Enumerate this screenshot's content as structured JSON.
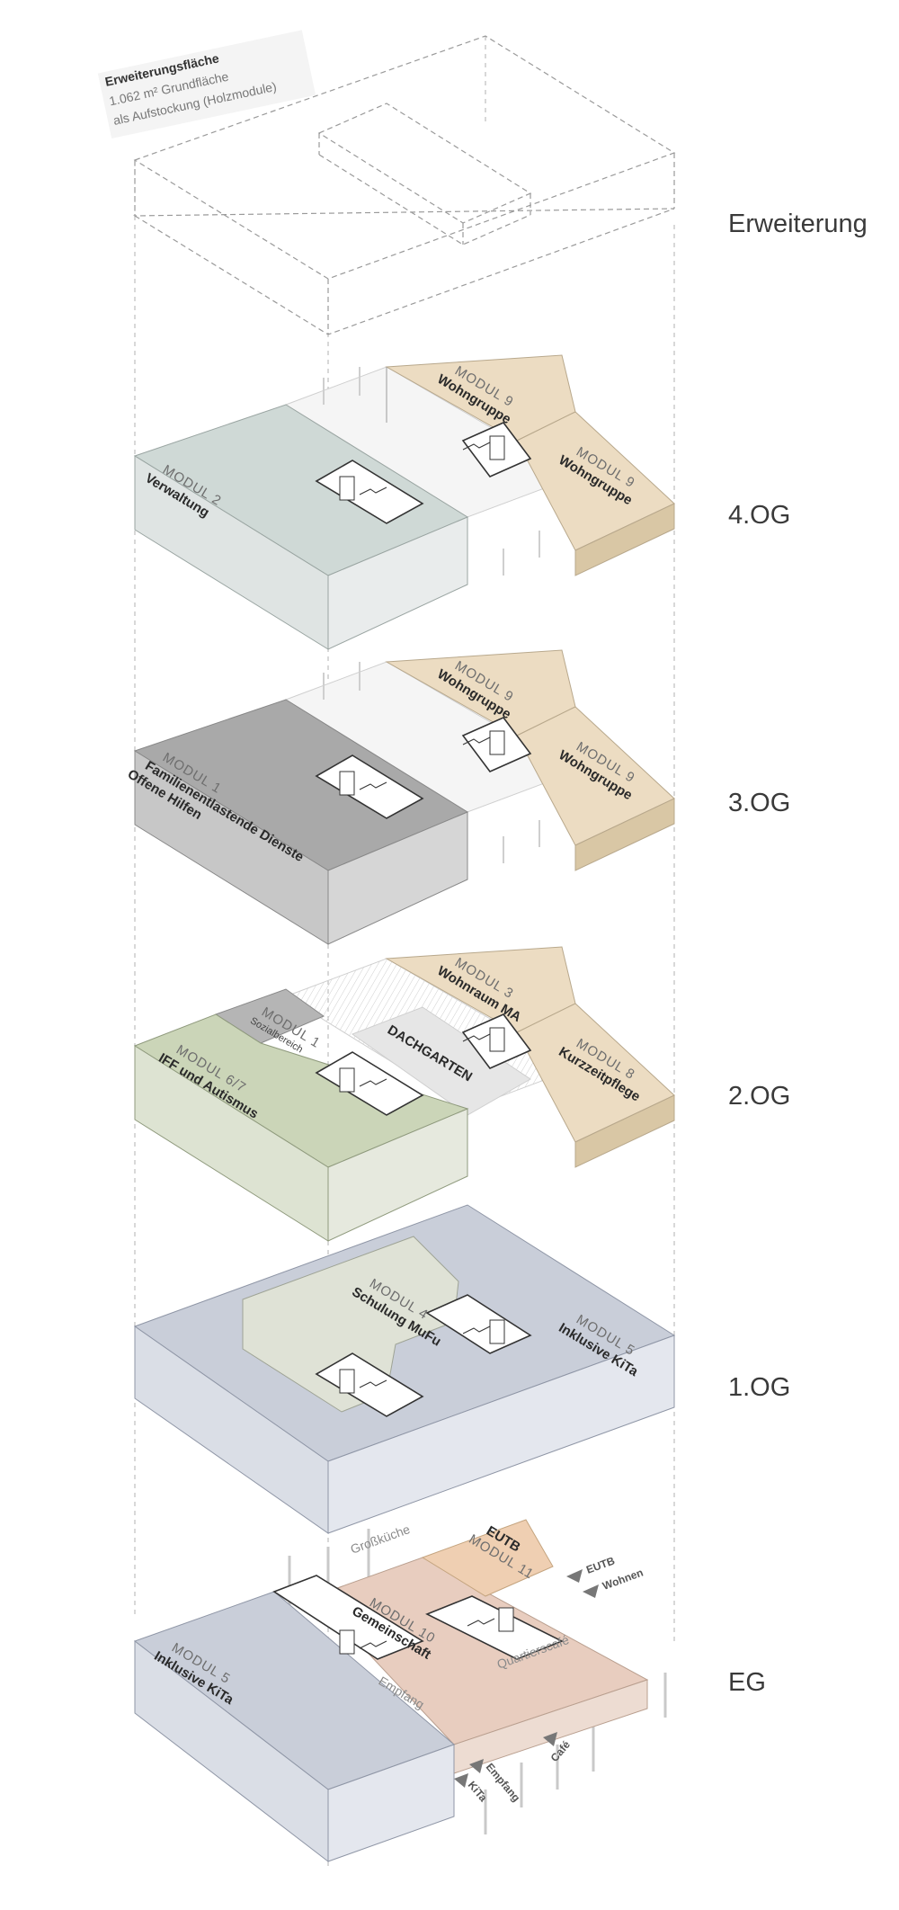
{
  "extension": {
    "title": "Erweiterungsfläche",
    "line1": "1.062 m² Grundfläche",
    "line2": "als Aufstockung (Holzmodule)"
  },
  "floors": {
    "erweiterung": "Erweiterung",
    "og4": "4.OG",
    "og3": "3.OG",
    "og2": "2.OG",
    "og1": "1.OG",
    "eg": "EG"
  },
  "og4": {
    "mod2": {
      "label": "MODUL 2",
      "name": "Verwaltung"
    },
    "mod9a": {
      "label": "MODUL 9",
      "name": "Wohngruppe"
    },
    "mod9b": {
      "label": "MODUL 9",
      "name": "Wohngruppe"
    }
  },
  "og3": {
    "mod1": {
      "label": "MODUL 1",
      "name": "Familienentlastende Dienste",
      "name2": "Offene Hilfen"
    },
    "mod9a": {
      "label": "MODUL 9",
      "name": "Wohngruppe"
    },
    "mod9b": {
      "label": "MODUL 9",
      "name": "Wohngruppe"
    }
  },
  "og2": {
    "mod1": {
      "label": "MODUL 1",
      "name": "Sozialbereich"
    },
    "mod67": {
      "label": "MODUL 6/7",
      "name": "IFF und Autismus"
    },
    "dachgarten": "DACHGARTEN",
    "mod3": {
      "label": "MODUL 3",
      "name": "Wohnraum MA"
    },
    "mod8": {
      "label": "MODUL 8",
      "name": "Kurzzeitpflege"
    }
  },
  "og1": {
    "mod4": {
      "label": "MODUL 4",
      "name": "Schulung MuFu"
    },
    "mod5": {
      "label": "MODUL 5",
      "name": "Inklusive KiTa"
    }
  },
  "eg": {
    "mod5": {
      "label": "MODUL 5",
      "name": "Inklusive KiTa"
    },
    "mod10": {
      "label": "MODUL 10",
      "name": "Gemeinschaft"
    },
    "mod11": {
      "label": "MODUL 11",
      "name": "EUTB"
    },
    "rooms": {
      "grosskueche": "Großküche",
      "quartierscafe": "Quartierscafé",
      "empfang": "Empfang"
    },
    "entrances": {
      "eutb": "EUTB",
      "wohnen": "Wohnen",
      "cafe": "Café",
      "empfang": "Empfang",
      "kita": "KiTa"
    }
  },
  "colors": {
    "verwaltung": "#cfd9d6",
    "wohngruppe": "#ecdcc2",
    "familie": "#a9a9a9",
    "iff": "#cbd5b8",
    "sozial": "#b5b5b5",
    "kita": "#c9ced9",
    "schulung": "#dfe2d6",
    "gemeinschaft": "#e8cdbf",
    "eutb": "#efcfb2",
    "courtyard": "#f2f2f2"
  }
}
